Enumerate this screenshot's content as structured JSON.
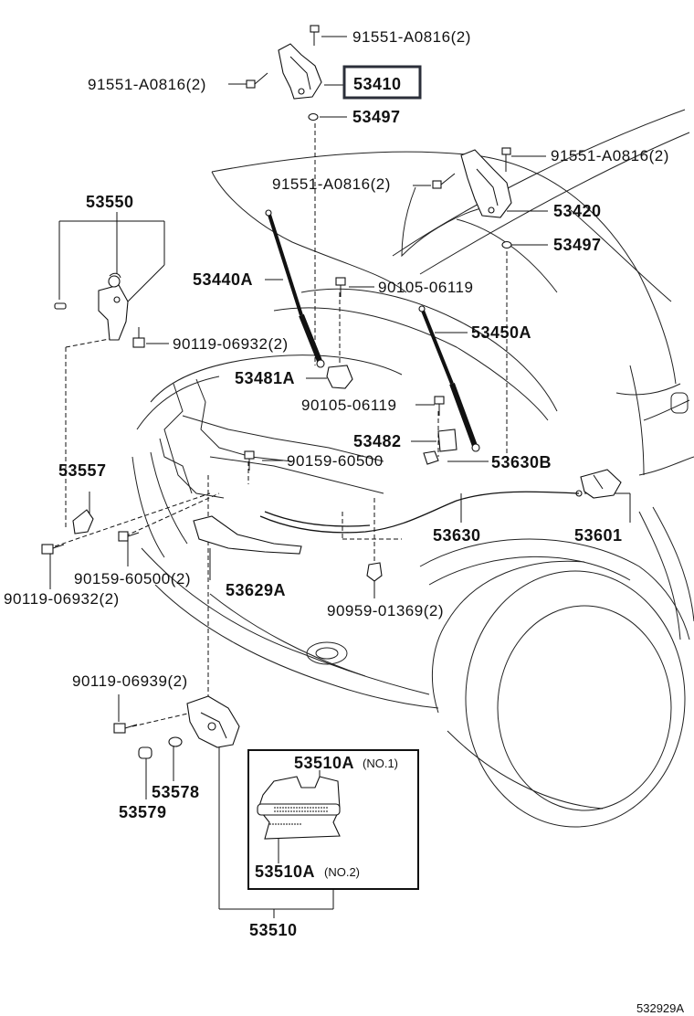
{
  "callouts": {
    "bolt_top": "91551-A0816(2)",
    "bolt_left": "91551-A0816(2)",
    "hinge_lh": "53410",
    "washer_lh": "53497",
    "bolt_hinge_rh_right": "91551-A0816(2)",
    "bolt_hinge_rh_left": "91551-A0816(2)",
    "hinge_rh": "53420",
    "washer_rh": "53497",
    "support_assy": "53550",
    "stay_lh": "53440A",
    "bolt_stay": "90105-06119",
    "stay_rh": "53450A",
    "bolt_support": "90119-06932(2)",
    "bracket_stay": "53481A",
    "bolt_stay2": "90105-06119",
    "bracket_stay2": "53482",
    "cable_sub": "53630B",
    "bumper_part": "53557",
    "bolt_lock": "90159-60500",
    "cable": "53630",
    "lever": "53601",
    "bolt_bumper": "90119-06932(2)",
    "bolt_lock2": "90159-60500(2)",
    "release": "53629A",
    "clip": "90959-01369(2)",
    "bolt_lock_assy": "90119-06939(2)",
    "cushion_578": "53578",
    "cushion_579": "53579",
    "lock_no1_num": "53510A",
    "lock_no1_suffix": "(NO.1)",
    "lock_no2_num": "53510A",
    "lock_no2_suffix": "(NO.2)",
    "lock_assy": "53510",
    "diagram_id": "532929A"
  }
}
